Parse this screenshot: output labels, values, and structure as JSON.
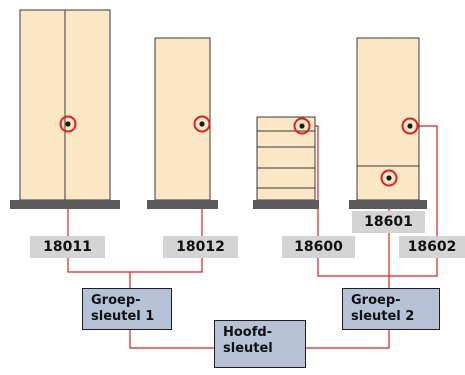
{
  "colors": {
    "cabinet_fill": "#fbe6c6",
    "cabinet_outline": "#3a3a3a",
    "base": "#5b5b5b",
    "wire": "#e02020",
    "label_bg": "#d4d4d4",
    "key_box_fill": "#b6c3d6"
  },
  "lock_icon": "lock-ring-icon",
  "codes": {
    "c18011": "18011",
    "c18012": "18012",
    "c18600": "18600",
    "c18601": "18601",
    "c18602": "18602"
  },
  "keys": {
    "group1": {
      "line1": "Groep-",
      "line2": "sleutel 1"
    },
    "group2": {
      "line1": "Groep-",
      "line2": "sleutel 2"
    },
    "master": {
      "line1": "Hoofd-",
      "line2": "sleutel"
    }
  }
}
